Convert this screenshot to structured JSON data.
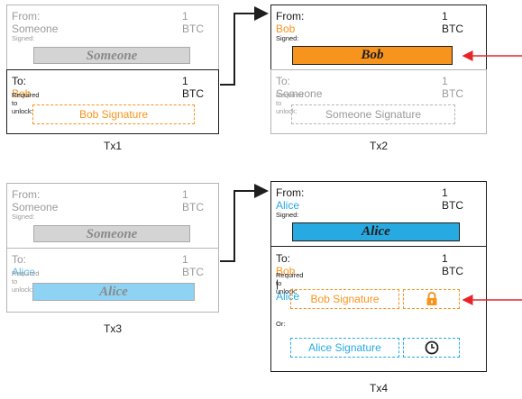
{
  "tx1": {
    "caption": "Tx1",
    "from_label": "From:",
    "from_name": "Someone",
    "from_amount": "1 BTC",
    "signed_label": "Signed:",
    "signature": "Someone",
    "to_label": "To:",
    "to_name": "Bob",
    "to_amount": "1 BTC",
    "required_label": "Required to unlock:",
    "required_sig": "Bob Signature"
  },
  "tx2": {
    "caption": "Tx2",
    "from_label": "From:",
    "from_name": "Bob",
    "from_amount": "1 BTC",
    "signed_label": "Signed:",
    "signature": "Bob",
    "to_label": "To:",
    "to_name": "Someone",
    "to_amount": "1 BTC",
    "required_label": "Required to unlock:",
    "required_sig": "Someone Signature"
  },
  "tx3": {
    "caption": "Tx3",
    "from_label": "From:",
    "from_name": "Someone",
    "from_amount": "1 BTC",
    "signed_label": "Signed:",
    "signature": "Someone",
    "to_label": "To:",
    "to_name": "Alice",
    "to_amount": "1 BTC",
    "required_label": "Required to unlock:",
    "required_sig": "Alice"
  },
  "tx4": {
    "caption": "Tx4",
    "from_label": "From:",
    "from_name": "Alice",
    "from_amount": "1 BTC",
    "signed_label": "Signed:",
    "signature": "Alice",
    "to_label": "To:",
    "to_name_1": "Bob",
    "to_sep": "|",
    "to_name_2": "Alice",
    "to_amount": "1 BTC",
    "required_label": "Required to unlock:",
    "required_sig_1": "Bob Signature",
    "or_label": "Or:",
    "required_sig_2": "Alice Signature",
    "icon_1": "lock-icon",
    "icon_2": "clock-icon"
  },
  "colors": {
    "orange": "#f7941d",
    "blue": "#27aae1",
    "light_blue": "#8fd3f4",
    "gray_fill": "#d4d4d4",
    "red_arrow": "#e8242a",
    "dark": "#1e1e1e",
    "faded": "#b4b4b4"
  }
}
